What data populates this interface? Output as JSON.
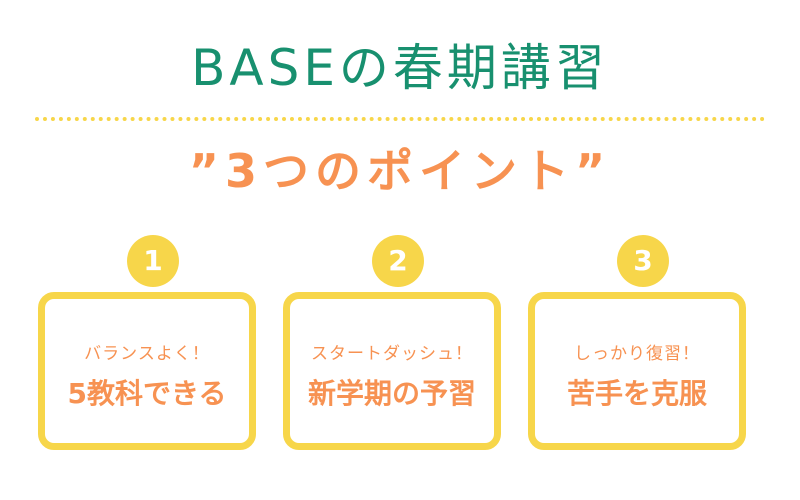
{
  "colors": {
    "title": "#18906f",
    "accent": "#f79252",
    "yellow": "#f7d64a"
  },
  "header": {
    "title": "BASEの春期講習",
    "subtitle": "”3つのポイント”"
  },
  "points": [
    {
      "number": "1",
      "sub": "バランスよく！",
      "main": "5教科できる"
    },
    {
      "number": "2",
      "sub": "スタートダッシュ！",
      "main": "新学期の予習"
    },
    {
      "number": "3",
      "sub": "しっかり復習！",
      "main": "苦手を克服"
    }
  ]
}
